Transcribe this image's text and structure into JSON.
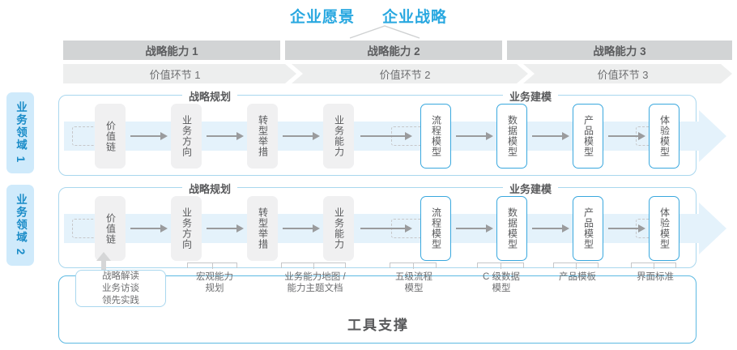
{
  "header": {
    "vision": "企业愿景",
    "strategy": "企业战略"
  },
  "capability_bar": [
    {
      "label": "战略能力 1"
    },
    {
      "label": "战略能力 2"
    },
    {
      "label": "战略能力 3"
    }
  ],
  "value_bar": [
    {
      "label": "价值环节 1"
    },
    {
      "label": "价值环节 2"
    },
    {
      "label": "价值环节 3"
    }
  ],
  "domains": [
    {
      "tab_label": "业务领域 1",
      "phase_1": "战略规划",
      "phase_2": "业务建模",
      "nodes": [
        {
          "label": "价值链",
          "style": "gray"
        },
        {
          "label": "业务方向",
          "style": "gray"
        },
        {
          "label": "转型举措",
          "style": "gray"
        },
        {
          "label": "业务能力",
          "style": "gray"
        },
        {
          "label": "流程模型",
          "style": "blue"
        },
        {
          "label": "数据模型",
          "style": "blue"
        },
        {
          "label": "产品模型",
          "style": "blue"
        },
        {
          "label": "体验模型",
          "style": "blue"
        }
      ]
    },
    {
      "tab_label": "业务领域 2",
      "phase_1": "战略规划",
      "phase_2": "业务建模",
      "nodes": [
        {
          "label": "价值链",
          "style": "gray"
        },
        {
          "label": "业务方向",
          "style": "gray"
        },
        {
          "label": "转型举措",
          "style": "gray"
        },
        {
          "label": "业务能力",
          "style": "gray"
        },
        {
          "label": "流程模型",
          "style": "blue"
        },
        {
          "label": "数据模型",
          "style": "blue"
        },
        {
          "label": "产品模型",
          "style": "blue"
        },
        {
          "label": "体验模型",
          "style": "blue"
        }
      ]
    }
  ],
  "tools": {
    "title": "工具支撑",
    "pill": {
      "line1": "战略解读",
      "line2": "业务访谈",
      "line3": "领先实践"
    },
    "items": [
      {
        "line1": "宏观能力",
        "line2": "规划"
      },
      {
        "line1": "业务能力地图 /",
        "line2": "能力主题文档"
      },
      {
        "line1": "五级流程",
        "line2": "模型"
      },
      {
        "line1": "C 级数据",
        "line2": "模型"
      },
      {
        "line1": "产品模板",
        "line2": ""
      },
      {
        "line1": "界面标准",
        "line2": ""
      }
    ]
  },
  "colors": {
    "accent_blue": "#29a8e0",
    "band_blue": "#e4f2fb",
    "tab_blue": "#cfeafb",
    "cap_gray": "#d2d4d5",
    "val_gray": "#edeeee",
    "node_gray": "#f0f0f1",
    "text_gray": "#58595b"
  }
}
